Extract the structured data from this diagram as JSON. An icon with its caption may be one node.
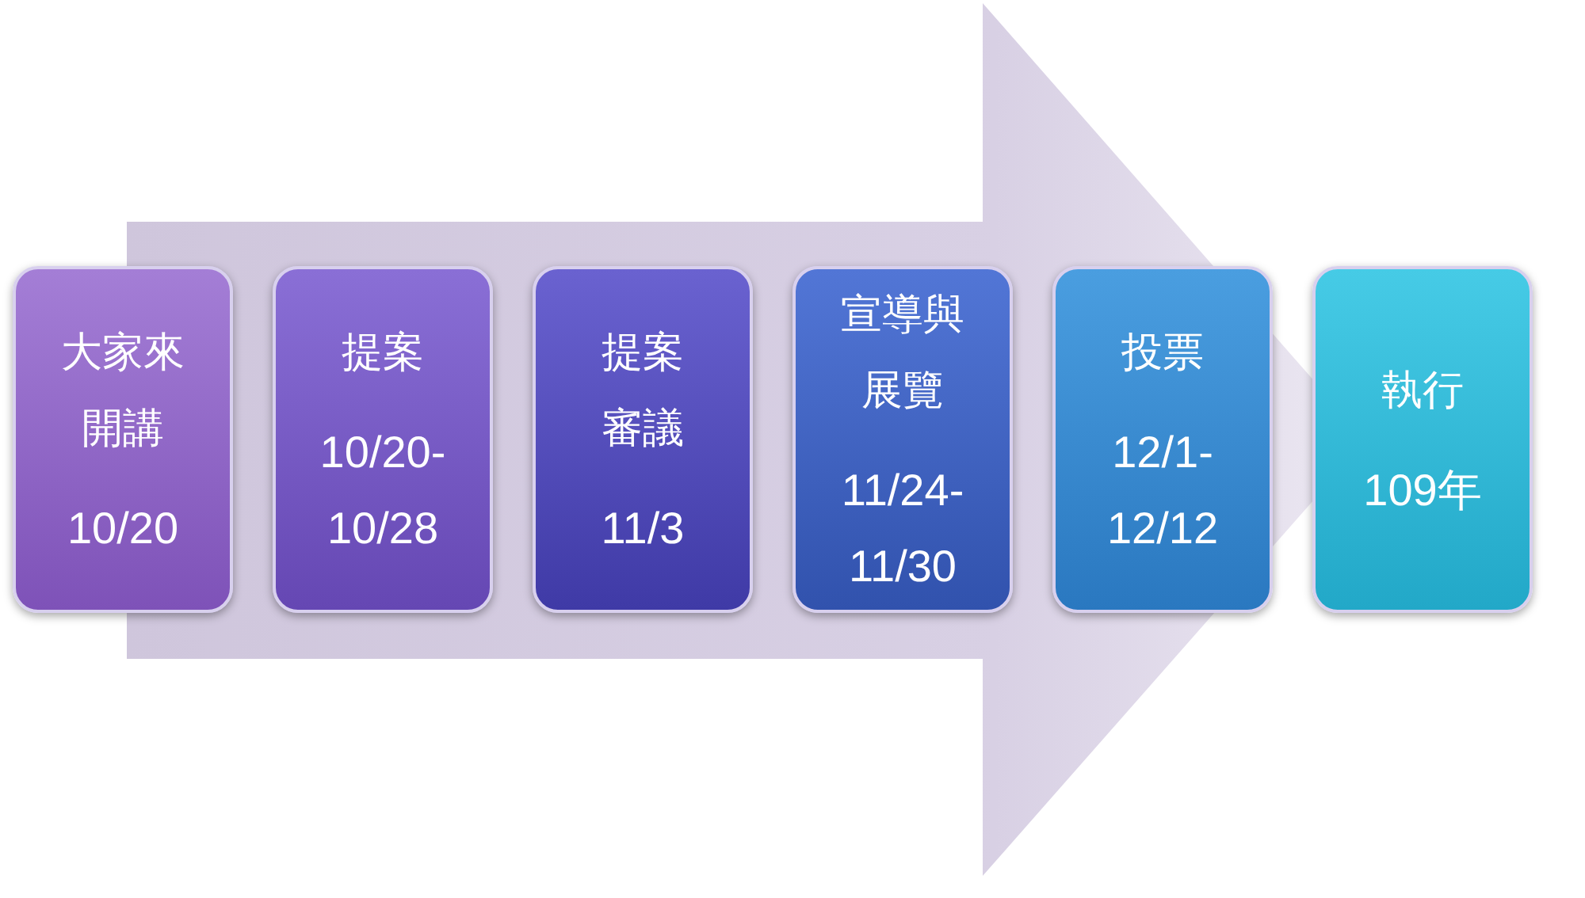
{
  "diagram": {
    "nodes": [
      {
        "text": [
          "大家來開講",
          "10/20"
        ]
      },
      {
        "text": [
          "提案",
          "10/20-10/28"
        ]
      },
      {
        "text": [
          "提案審議",
          "11/3"
        ]
      },
      {
        "text": [
          "宣導與展覽",
          "11/24-11/30"
        ]
      },
      {
        "text": [
          "投票",
          "12/1-12/12"
        ]
      },
      {
        "text": [
          "執行",
          "109年"
        ]
      }
    ],
    "edges": [
      {
        "from": 0,
        "to": 5,
        "arrow": "to",
        "style": "thick"
      }
    ]
  }
}
